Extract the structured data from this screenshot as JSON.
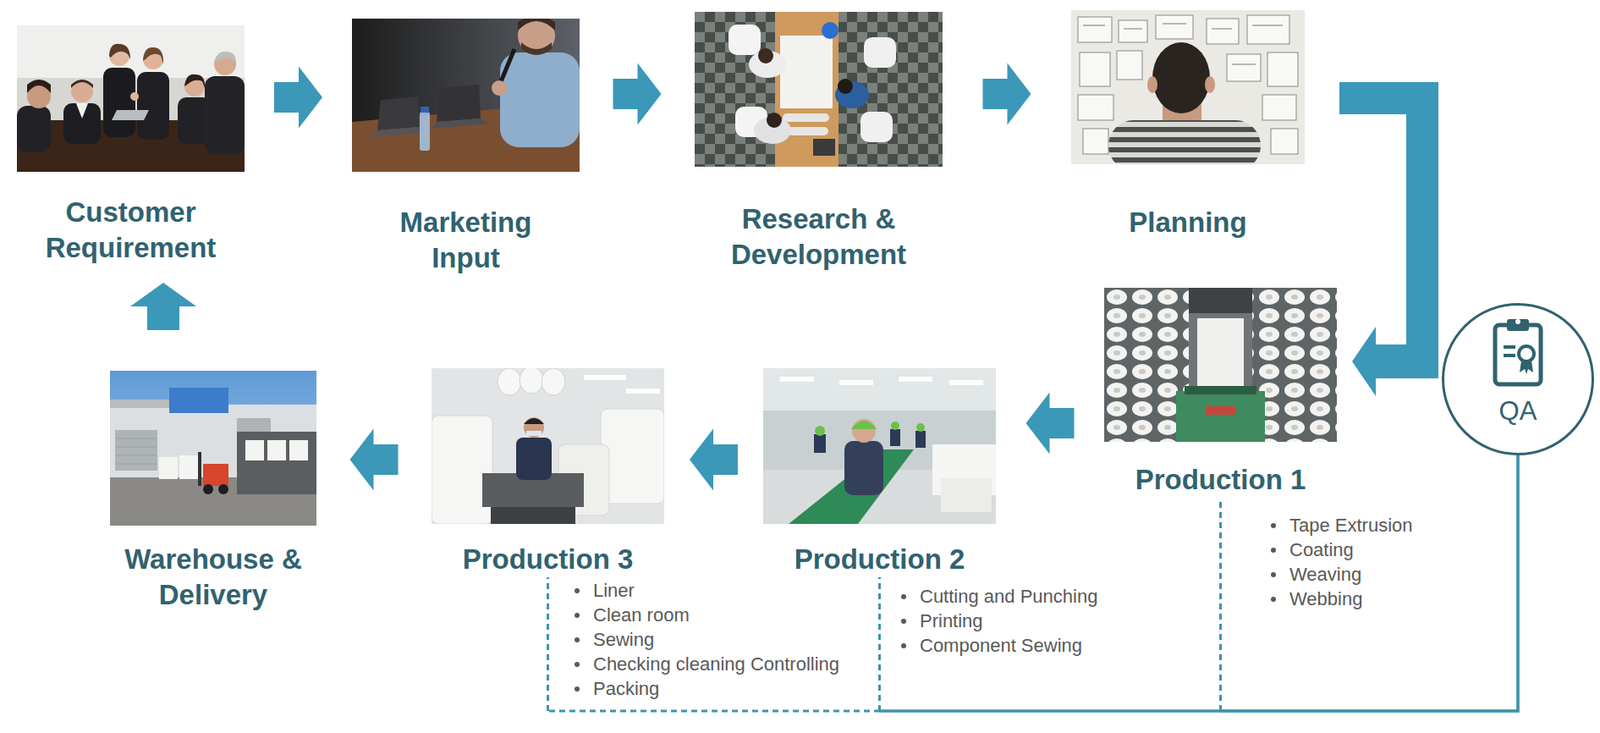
{
  "diagram": {
    "nodes": [
      {
        "text": [
          "Customer Requirement"
        ]
      },
      {
        "text": [
          "Marketing Input"
        ]
      },
      {
        "text": [
          "Research & Development"
        ]
      },
      {
        "text": [
          "Planning"
        ]
      },
      {
        "text": [
          "Production 1",
          "Tape Extrusion",
          "Coating",
          "Weaving",
          "Webbing"
        ]
      },
      {
        "text": [
          "Production 2",
          "Cutting and Punching",
          "Printing",
          "Component Sewing"
        ]
      },
      {
        "text": [
          "Production 3",
          "Liner",
          "Clean room",
          "Sewing",
          "Checking cleaning Controlling",
          "Packing"
        ]
      },
      {
        "text": [
          "Warehouse & Delivery"
        ]
      },
      {
        "text": [
          "QA"
        ]
      }
    ],
    "edges": [
      {
        "from": 0,
        "to": 1,
        "arrow": "to"
      },
      {
        "from": 1,
        "to": 2,
        "arrow": "to"
      },
      {
        "from": 2,
        "to": 3,
        "arrow": "to"
      },
      {
        "from": 3,
        "to": 4,
        "arrow": "to"
      },
      {
        "from": 4,
        "to": 5,
        "arrow": "to"
      },
      {
        "from": 5,
        "to": 6,
        "arrow": "to"
      },
      {
        "from": 6,
        "to": 7,
        "arrow": "to"
      },
      {
        "from": 7,
        "to": 0,
        "arrow": "to"
      },
      {
        "from": 8,
        "to": 4,
        "arrow": "none"
      },
      {
        "from": 8,
        "to": 5,
        "arrow": "none"
      },
      {
        "from": 8,
        "to": 6,
        "arrow": "none"
      }
    ]
  }
}
